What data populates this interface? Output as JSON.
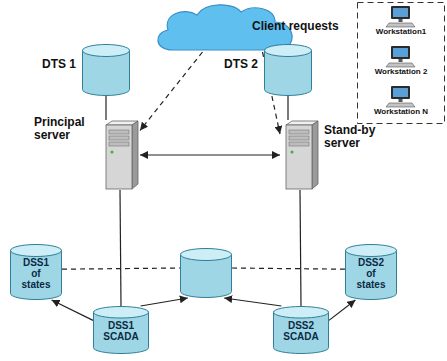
{
  "diagram": {
    "nodes": [
      {
        "text": [
          "Client requests"
        ]
      },
      {
        "text": [
          "DTS 1"
        ]
      },
      {
        "text": [
          "DTS 2"
        ]
      },
      {
        "text": [
          "Workstation1"
        ]
      },
      {
        "text": [
          "Workstation 2"
        ]
      },
      {
        "text": [
          "Workstation N"
        ]
      },
      {
        "text": [
          "Principal server"
        ]
      },
      {
        "text": [
          "Stand-by server"
        ]
      },
      {
        "text": [
          "DSS1 of states"
        ]
      },
      {
        "text": []
      },
      {
        "text": [
          "DSS2 of states"
        ]
      },
      {
        "text": [
          "DSS1 SCADA"
        ]
      },
      {
        "text": [
          "DSS2 SCADA"
        ]
      }
    ],
    "edges": [
      {
        "from": 0,
        "to": 6,
        "arrow": "to"
      },
      {
        "from": 0,
        "to": 7,
        "arrow": "to"
      },
      {
        "from": 1,
        "to": 6,
        "arrow": "none"
      },
      {
        "from": 2,
        "to": 7,
        "arrow": "none"
      },
      {
        "from": 6,
        "to": 7,
        "arrow": "both"
      },
      {
        "from": 6,
        "to": 11,
        "arrow": "none"
      },
      {
        "from": 7,
        "to": 12,
        "arrow": "none"
      },
      {
        "from": 11,
        "to": 8,
        "arrow": "to"
      },
      {
        "from": 11,
        "to": 9,
        "arrow": "to"
      },
      {
        "from": 12,
        "to": 9,
        "arrow": "to"
      },
      {
        "from": 12,
        "to": 10,
        "arrow": "to"
      },
      {
        "from": 8,
        "to": 9,
        "arrow": "none"
      },
      {
        "from": 9,
        "to": 10,
        "arrow": "none"
      }
    ]
  }
}
